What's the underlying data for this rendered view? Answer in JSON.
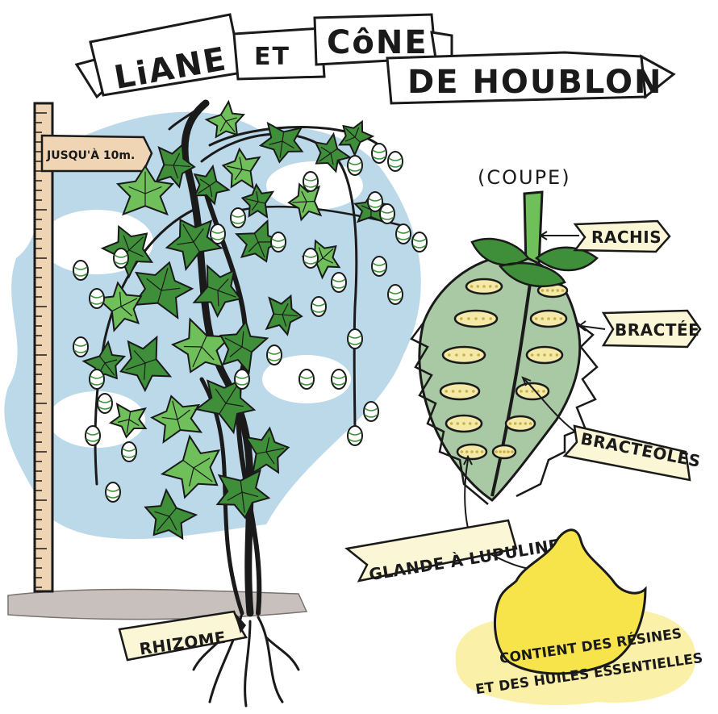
{
  "title": {
    "line1_a": "LiANE",
    "line1_b": "ET",
    "line1_c": "CôNE",
    "line2": "DE HOUBLON"
  },
  "ruler": {
    "label": "JUSQU'À 10m."
  },
  "cone": {
    "section_label": "(COUPE)"
  },
  "labels": {
    "rachis": "RACHIS",
    "bractee": "BRACTÉE",
    "bracteoles": "BRACTÉOLES",
    "glande": "GLANDE À LUPULINE",
    "rhizome": "RHIZOME"
  },
  "resin": {
    "line1": "CONTIENT DES RÉSINES",
    "line2": "ET DES HUILES ESSENTIELLES"
  },
  "colors": {
    "leaf_green": "#3f8f3a",
    "leaf_light": "#6fbf5a",
    "sky_blue": "#bcd9ea",
    "banner_cream": "#fbf6d6",
    "ruler_wood": "#f0d5b5",
    "lupulin_yellow": "#f7e44a",
    "cone_green": "#a9c9a4"
  }
}
